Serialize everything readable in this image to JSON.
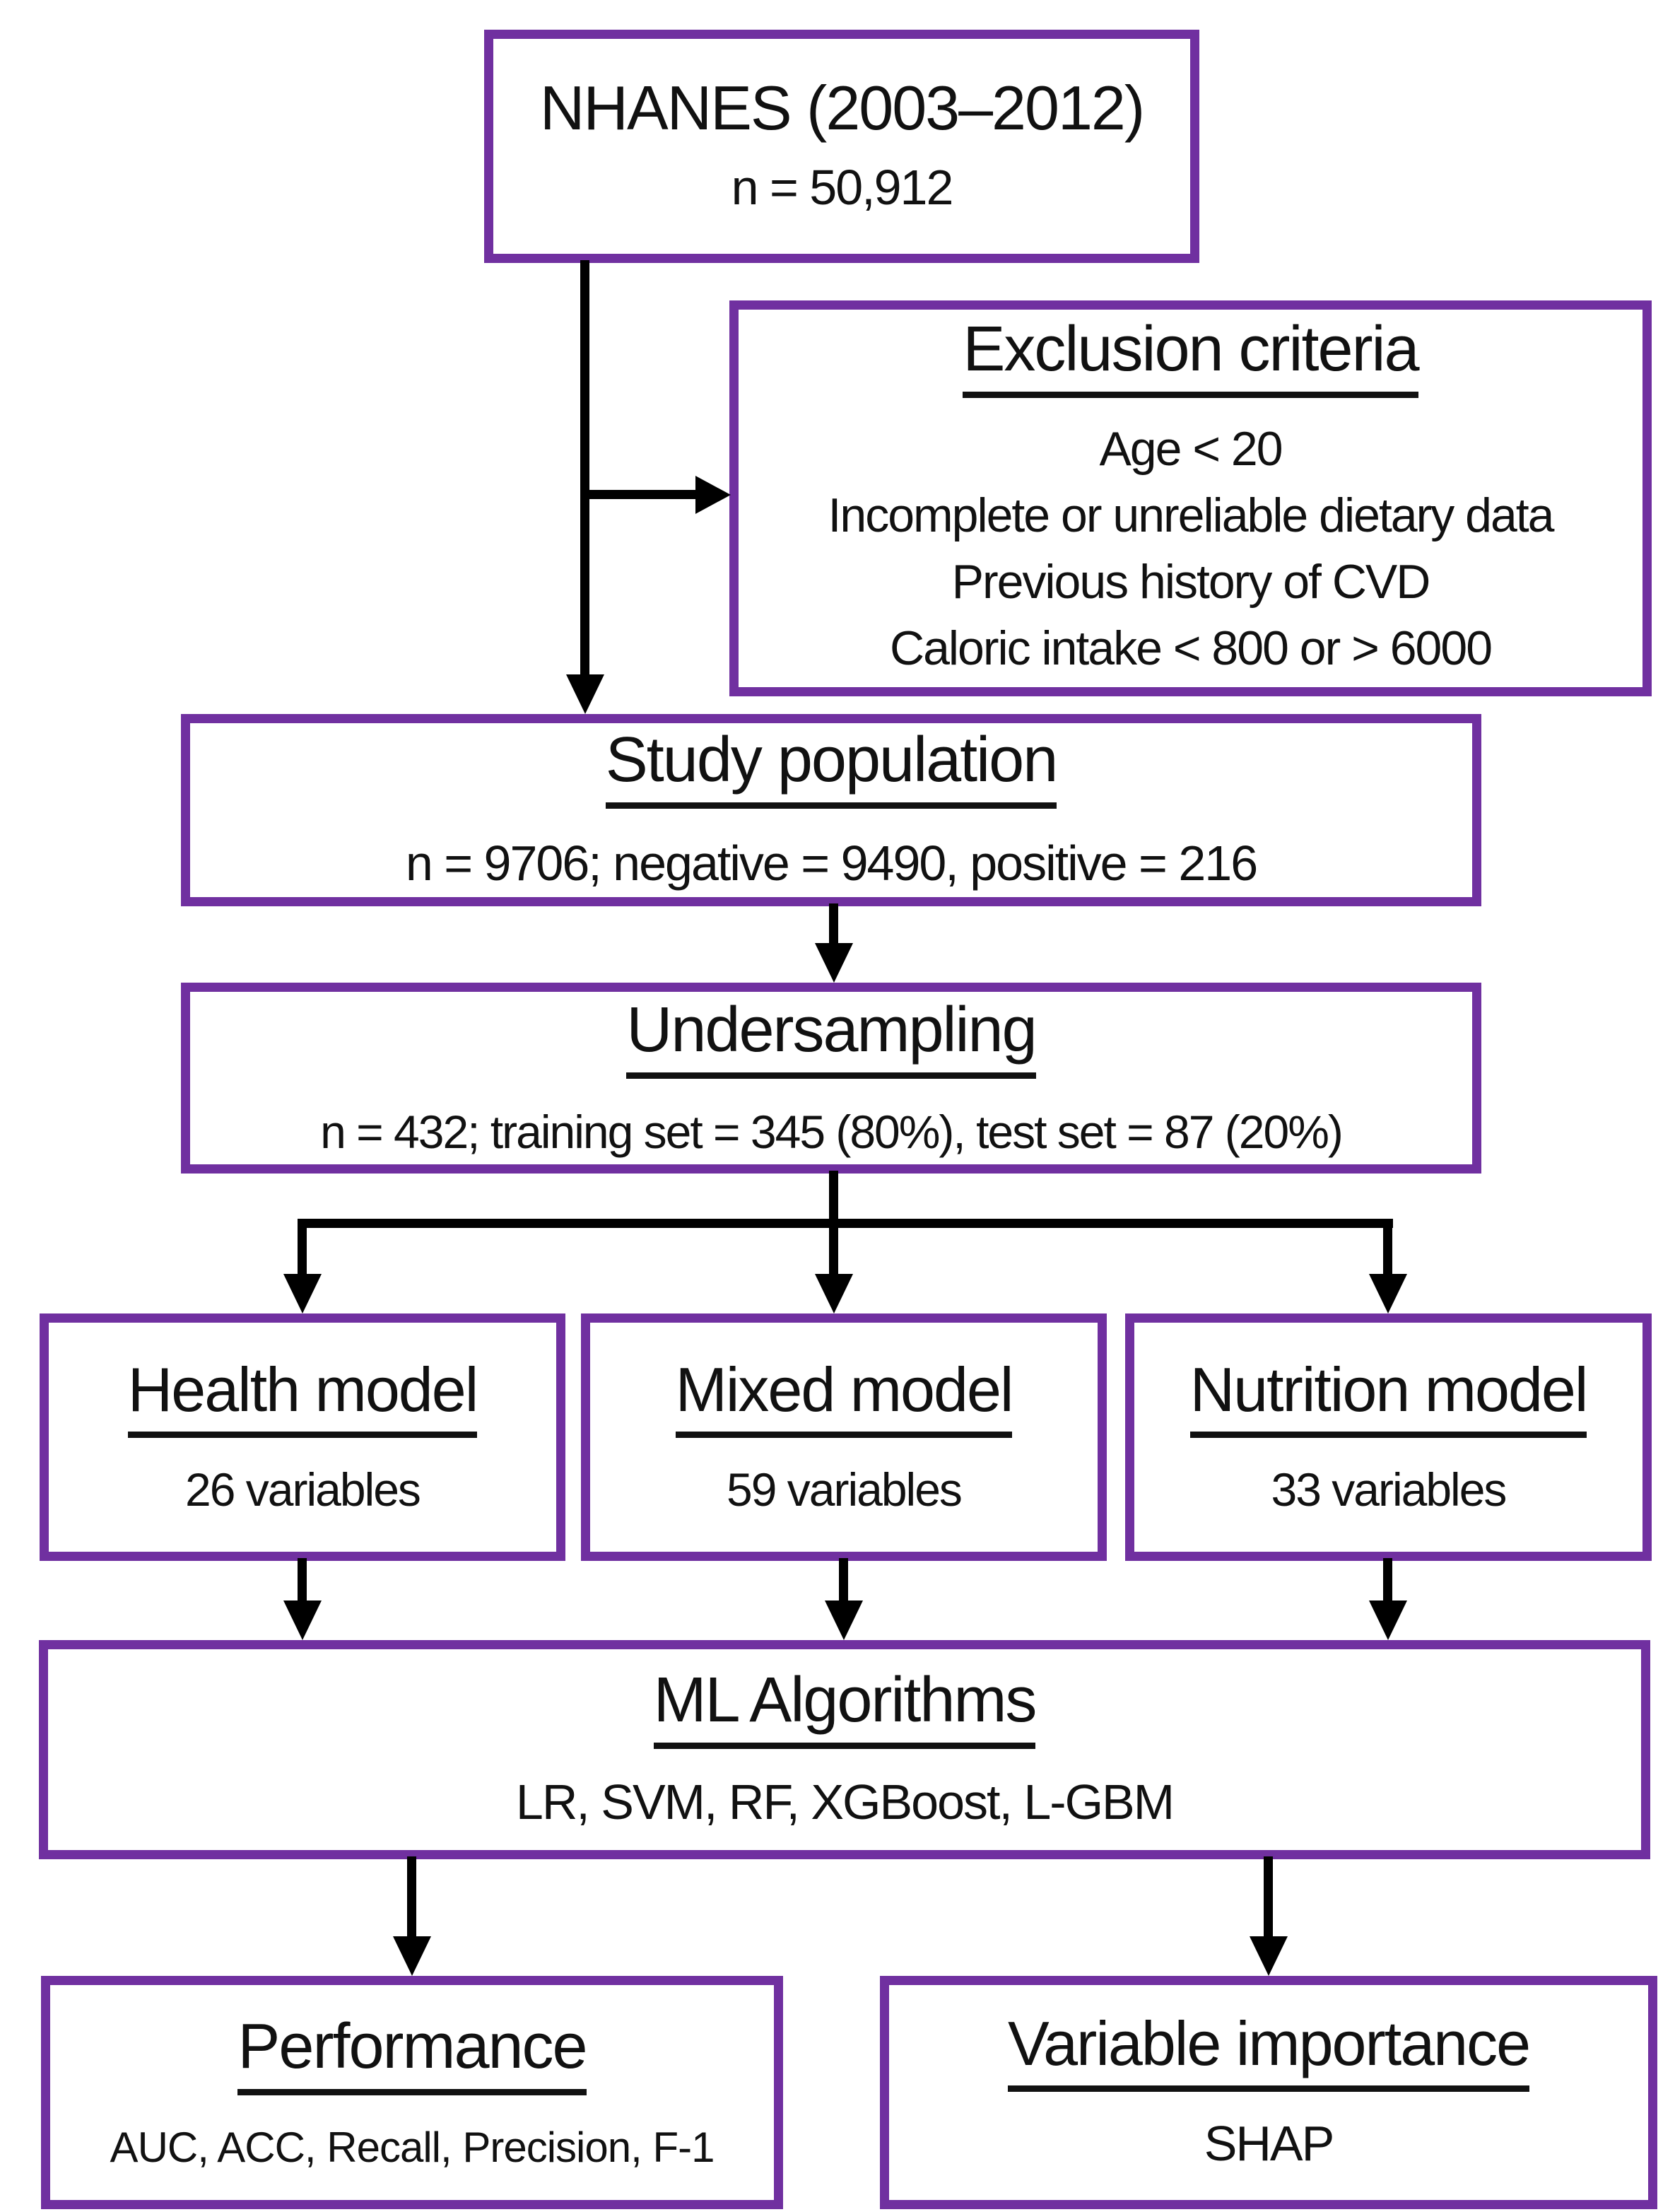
{
  "diagram": {
    "accent_color": "#7030A0",
    "line_color": "#000000",
    "boxes": {
      "nhanes": {
        "title": "NHANES (2003–2012)",
        "subtitle": "n = 50,912"
      },
      "exclusion": {
        "title": "Exclusion criteria",
        "items": [
          "Age < 20",
          "Incomplete or unreliable dietary data",
          "Previous history of CVD",
          "Caloric intake < 800 or > 6000"
        ]
      },
      "study_population": {
        "title": "Study population",
        "subtitle": "n = 9706; negative = 9490, positive = 216"
      },
      "undersampling": {
        "title": "Undersampling",
        "subtitle": "n = 432; training set = 345 (80%), test set = 87 (20%)"
      },
      "health_model": {
        "title": "Health model",
        "subtitle": "26 variables"
      },
      "mixed_model": {
        "title": "Mixed model",
        "subtitle": "59 variables"
      },
      "nutrition_model": {
        "title": "Nutrition model",
        "subtitle": "33 variables"
      },
      "ml_algorithms": {
        "title": "ML Algorithms",
        "subtitle": "LR, SVM, RF, XGBoost, L-GBM"
      },
      "performance": {
        "title": "Performance",
        "subtitle": "AUC, ACC, Recall, Precision, F-1"
      },
      "variable_importance": {
        "title": "Variable importance",
        "subtitle": "SHAP"
      }
    }
  }
}
